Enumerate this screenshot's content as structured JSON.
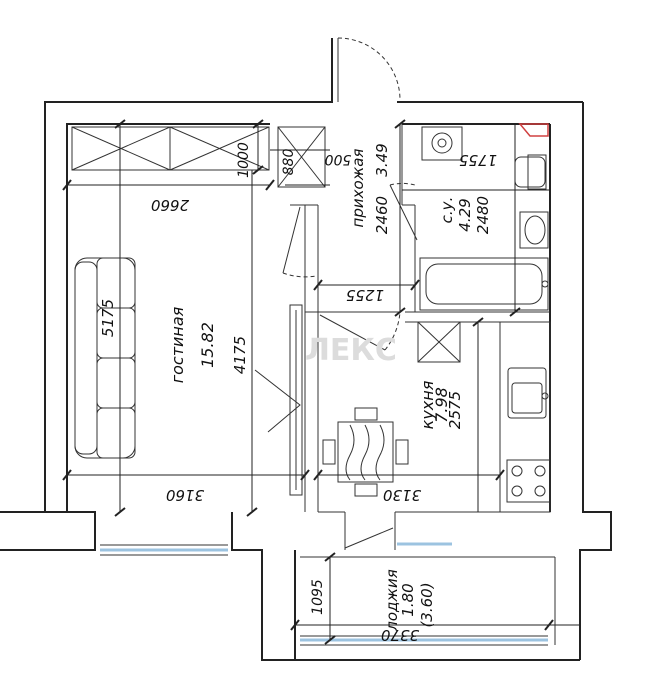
{
  "colors": {
    "wall": "#222222",
    "glass": "#9cc3e0",
    "accent": "#d04040"
  },
  "rooms": {
    "living": {
      "name": "гостиная",
      "area": "15.82"
    },
    "hall": {
      "name": "прихожая",
      "area": "3.49"
    },
    "bathroom": {
      "name": "с.у.",
      "area": "4.29"
    },
    "kitchen": {
      "name": "кухня",
      "area": "7.98"
    },
    "loggia": {
      "name": "лоджия",
      "area": "1.80",
      "area_full": "(3.60)"
    }
  },
  "dimensions": {
    "living_length": "5175",
    "living_inner": "4175",
    "living_width_top": "2660",
    "living_width_bottom": "3160",
    "wardrobe_depth": "1000",
    "closet_880": "880",
    "hall_500": "500",
    "hall_length": "2460",
    "hall_width": "1255",
    "bath_width": "1755",
    "bath_length": "2480",
    "kitchen_length": "2575",
    "kitchen_width": "3130",
    "loggia_depth": "1095",
    "loggia_width": "3370"
  },
  "watermark": "ЛЕКС"
}
